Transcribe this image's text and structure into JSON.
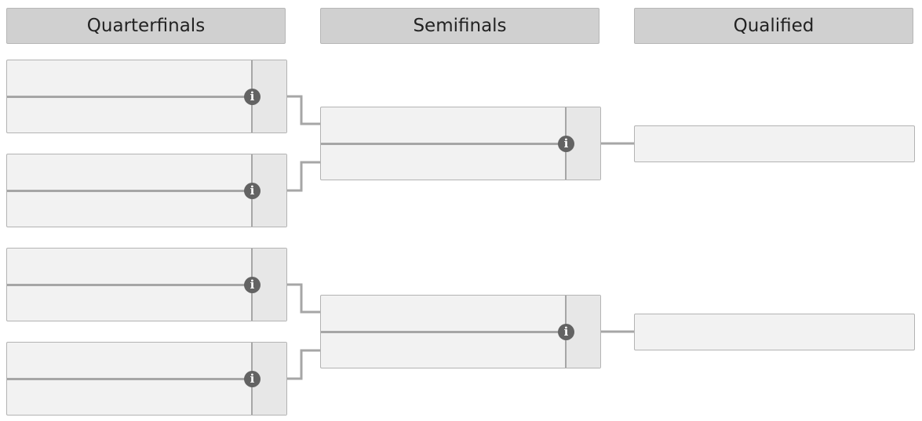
{
  "rounds": {
    "quarterfinals": "Quarterfinals",
    "semifinals": "Semifinals",
    "qualified": "Qualified"
  },
  "info_icon_glyph": "i",
  "colors": {
    "header_bg": "#d0d0d0",
    "match_bg": "#f2f2f2",
    "score_bg": "#e7e7e7",
    "line": "#a6a6a6",
    "icon_bg": "#636363"
  }
}
